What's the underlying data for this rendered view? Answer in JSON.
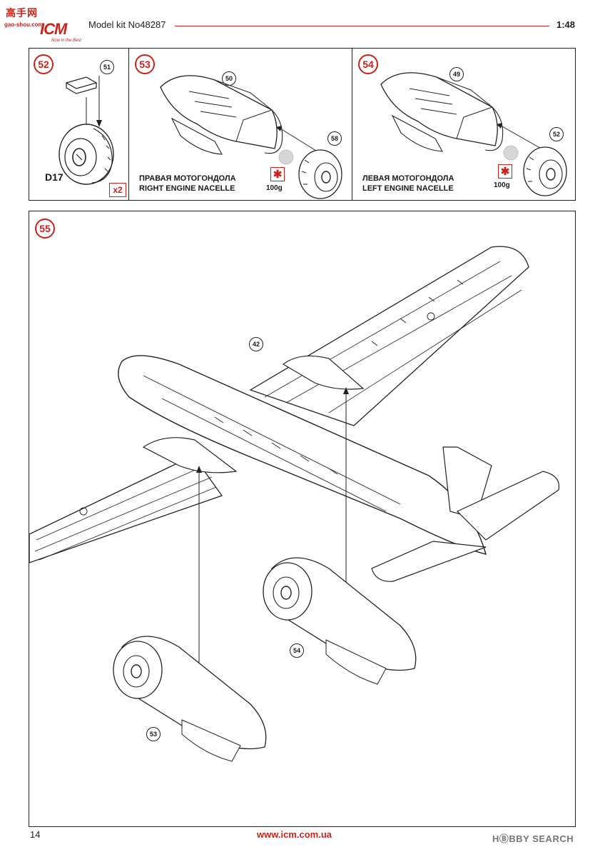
{
  "watermark": {
    "line1": "高手网",
    "line2": "gao-shou.com"
  },
  "brand": {
    "logo": "ICM",
    "tagline": "Now in the Best"
  },
  "header": {
    "title": "Model kit No48287",
    "scale": "1:48"
  },
  "steps": {
    "s52": {
      "number": "52",
      "part": "51",
      "label": "D17",
      "multiplier": "x2"
    },
    "s53": {
      "number": "53",
      "part_top": "50",
      "part_side": "58",
      "caption_ru": "ПРАВАЯ МОТОГОНДОЛА",
      "caption_en": "RIGHT ENGINE NACELLE",
      "weight": "100g",
      "weight_symbol": "✱"
    },
    "s54": {
      "number": "54",
      "part_top": "49",
      "part_side": "52",
      "caption_ru": "ЛЕВАЯ МОТОГОНДОЛА",
      "caption_en": "LEFT ENGINE NACELLE",
      "weight": "100g",
      "weight_symbol": "✱"
    },
    "s55": {
      "number": "55",
      "part_fuselage": "42",
      "part_a": "54",
      "part_b": "53"
    }
  },
  "footer": {
    "page": "14",
    "url": "www.icm.com.ua",
    "brand": "HⒷBBY SEARCH"
  },
  "colors": {
    "accent": "#c8241c",
    "line": "#222222"
  }
}
